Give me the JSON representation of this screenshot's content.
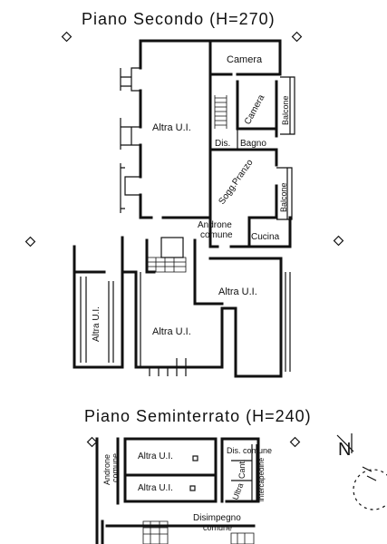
{
  "titles": {
    "upper": "Piano Secondo (H=270)",
    "lower": "Piano Seminterrato (H=240)"
  },
  "upper_floor": {
    "camera_top": "Camera",
    "camera_rot": "Camera",
    "balcone_top": "Balcone",
    "altra_ui_main": "Altra U.I.",
    "dis": "Dis.",
    "bagno": "Bagno",
    "sogg_pranzo": "Sogg.Pranzo",
    "balcone_right": "Balcone",
    "androne_l1": "Androne",
    "androne_l2": "comune",
    "cucina": "Cucina",
    "altra_ui_left": "Altra U.I.",
    "altra_ui_mid": "Altra U.I.",
    "altra_ui_right": "Altra U.I."
  },
  "lower_floor": {
    "androne_l1": "Androne",
    "androne_l2": "comune",
    "altra_ui_1": "Altra U.I.",
    "altra_ui_2": "Altra U.I.",
    "dis_comune": "Dis. comune",
    "cant": "Cant.",
    "ultra": "Ultra",
    "intercapedine": "intercapedine",
    "disimpegno_l1": "Disimpegno",
    "disimpegno_l2": "comune"
  },
  "north_label": "N"
}
